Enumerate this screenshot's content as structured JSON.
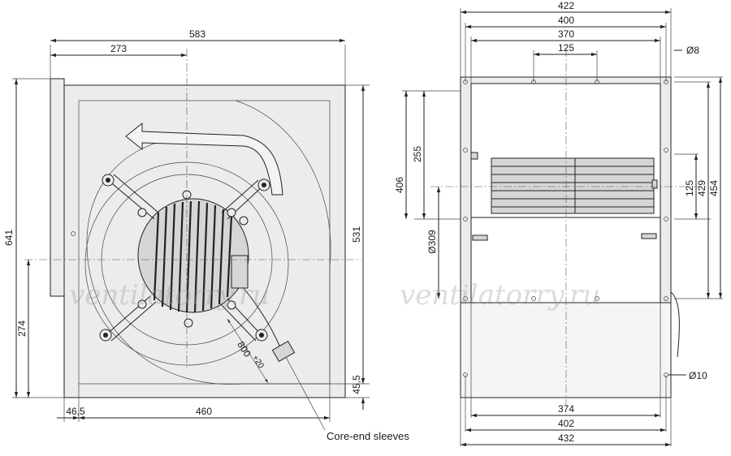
{
  "watermark": "ventilatorry.ru",
  "callout": "Core-end sleeves",
  "front_view": {
    "top_dims": {
      "overall": "583",
      "to_center": "273"
    },
    "left_dims": {
      "height": "641",
      "center_from_bottom": "274"
    },
    "right_dims": {
      "height": "531",
      "bottom_offset": "45,5"
    },
    "bottom_dims": {
      "left_offset": "46,5",
      "width": "460"
    },
    "cable_length": "800",
    "cable_tolerance": "+20"
  },
  "side_view": {
    "top_dims": {
      "outer": "422",
      "inner": "400",
      "holes": "370",
      "small_holes": "125"
    },
    "top_hole": "Ø8",
    "left_dims": {
      "height": "406",
      "upper": "255"
    },
    "outlet_dia": "Ø309",
    "right_dims": {
      "small": "125",
      "mid": "429",
      "total": "454"
    },
    "bottom_hole": "Ø10",
    "bottom_dims": {
      "inner": "374",
      "mid": "402",
      "outer": "432"
    }
  }
}
